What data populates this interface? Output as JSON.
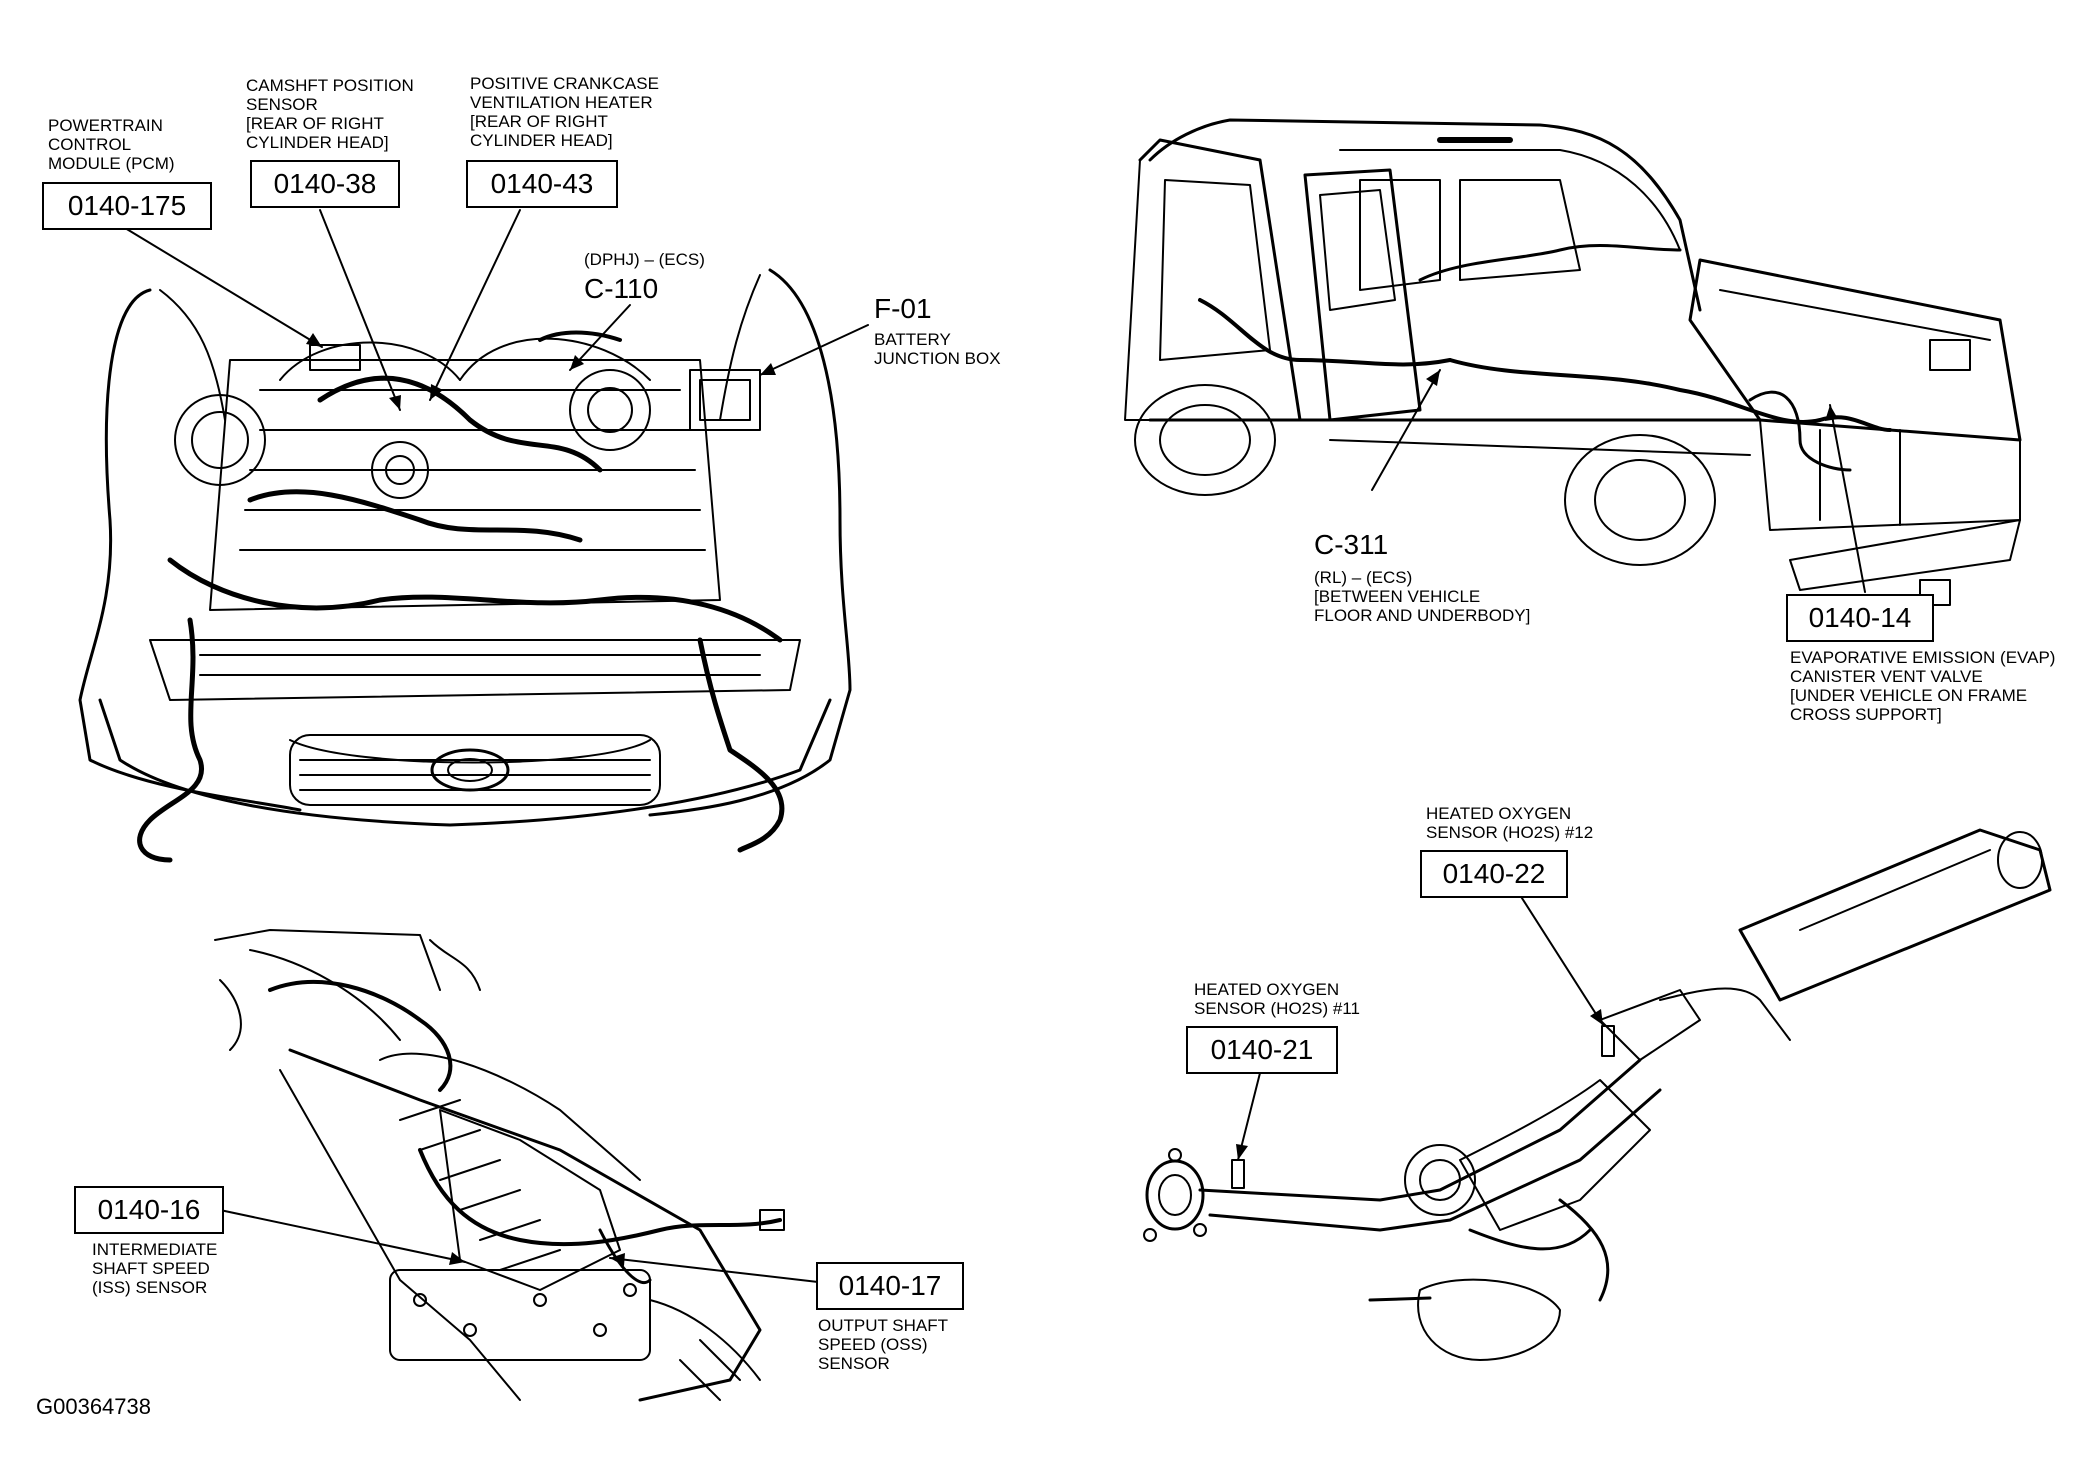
{
  "figure_id": "G00364738",
  "callouts": [
    {
      "key": "pcm",
      "code": "0140-175",
      "desc": "POWERTRAIN\nCONTROL\nMODULE (PCM)"
    },
    {
      "key": "cmp",
      "code": "0140-38",
      "desc": "CAMSHFT POSITION\nSENSOR\n[REAR OF RIGHT\nCYLINDER HEAD]"
    },
    {
      "key": "pcv",
      "code": "0140-43",
      "desc": "POSITIVE CRANKCASE\nVENTILATION HEATER\n[REAR OF RIGHT\nCYLINDER HEAD]"
    },
    {
      "key": "evap",
      "code": "0140-14",
      "desc": "EVAPORATIVE EMISSION (EVAP)\nCANISTER VENT VALVE\n[UNDER VEHICLE ON FRAME\nCROSS SUPPORT]"
    },
    {
      "key": "ho2s12",
      "code": "0140-22",
      "desc": "HEATED OXYGEN\nSENSOR (HO2S) #12"
    },
    {
      "key": "ho2s11",
      "code": "0140-21",
      "desc": "HEATED OXYGEN\nSENSOR (HO2S) #11"
    },
    {
      "key": "iss",
      "code": "0140-16",
      "desc": "INTERMEDIATE\nSHAFT SPEED\n(ISS) SENSOR"
    },
    {
      "key": "oss",
      "code": "0140-17",
      "desc": "OUTPUT SHAFT\nSPEED (OSS)\nSENSOR"
    }
  ],
  "connectors": [
    {
      "key": "c110",
      "code": "C-110",
      "note": "(DPHJ) – (ECS)"
    },
    {
      "key": "f01",
      "code": "F-01",
      "note": "BATTERY\nJUNCTION BOX"
    },
    {
      "key": "c311",
      "code": "C-311",
      "note": "(RL) – (ECS)\n[BETWEEN VEHICLE\nFLOOR AND UNDERBODY]"
    }
  ]
}
